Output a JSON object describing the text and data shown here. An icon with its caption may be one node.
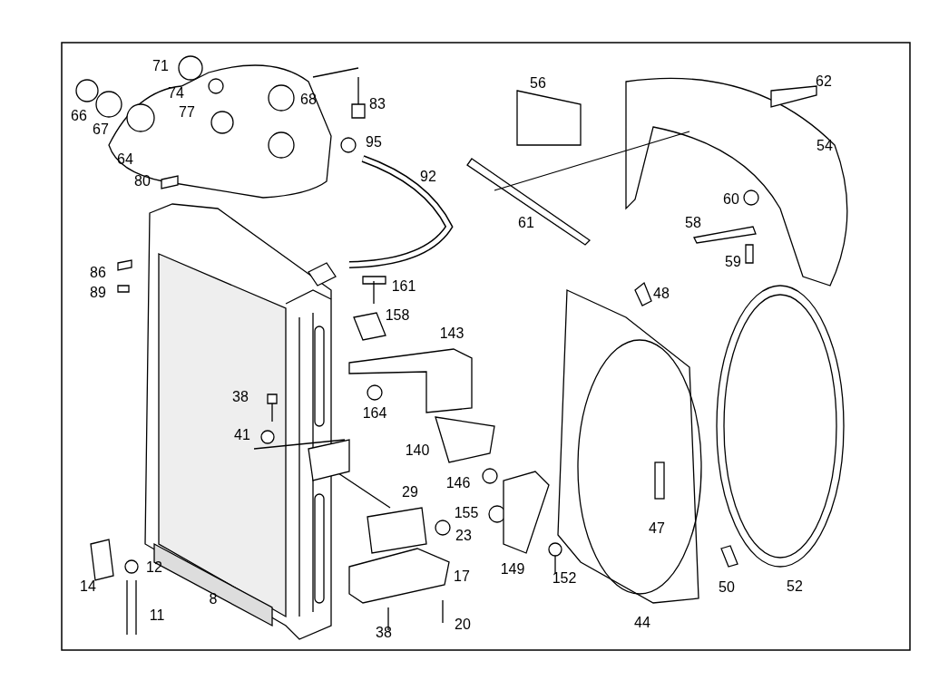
{
  "diagram": {
    "labels": [
      "71",
      "56",
      "62",
      "74",
      "68",
      "83",
      "77",
      "66",
      "67",
      "54",
      "95",
      "64",
      "92",
      "80",
      "60",
      "61",
      "58",
      "59",
      "86",
      "161",
      "89",
      "48",
      "158",
      "143",
      "38",
      "164",
      "41",
      "140",
      "146",
      "29",
      "155",
      "47",
      "23",
      "17",
      "12",
      "149",
      "152",
      "14",
      "50",
      "52",
      "8",
      "11",
      "44",
      "20",
      "38"
    ]
  }
}
